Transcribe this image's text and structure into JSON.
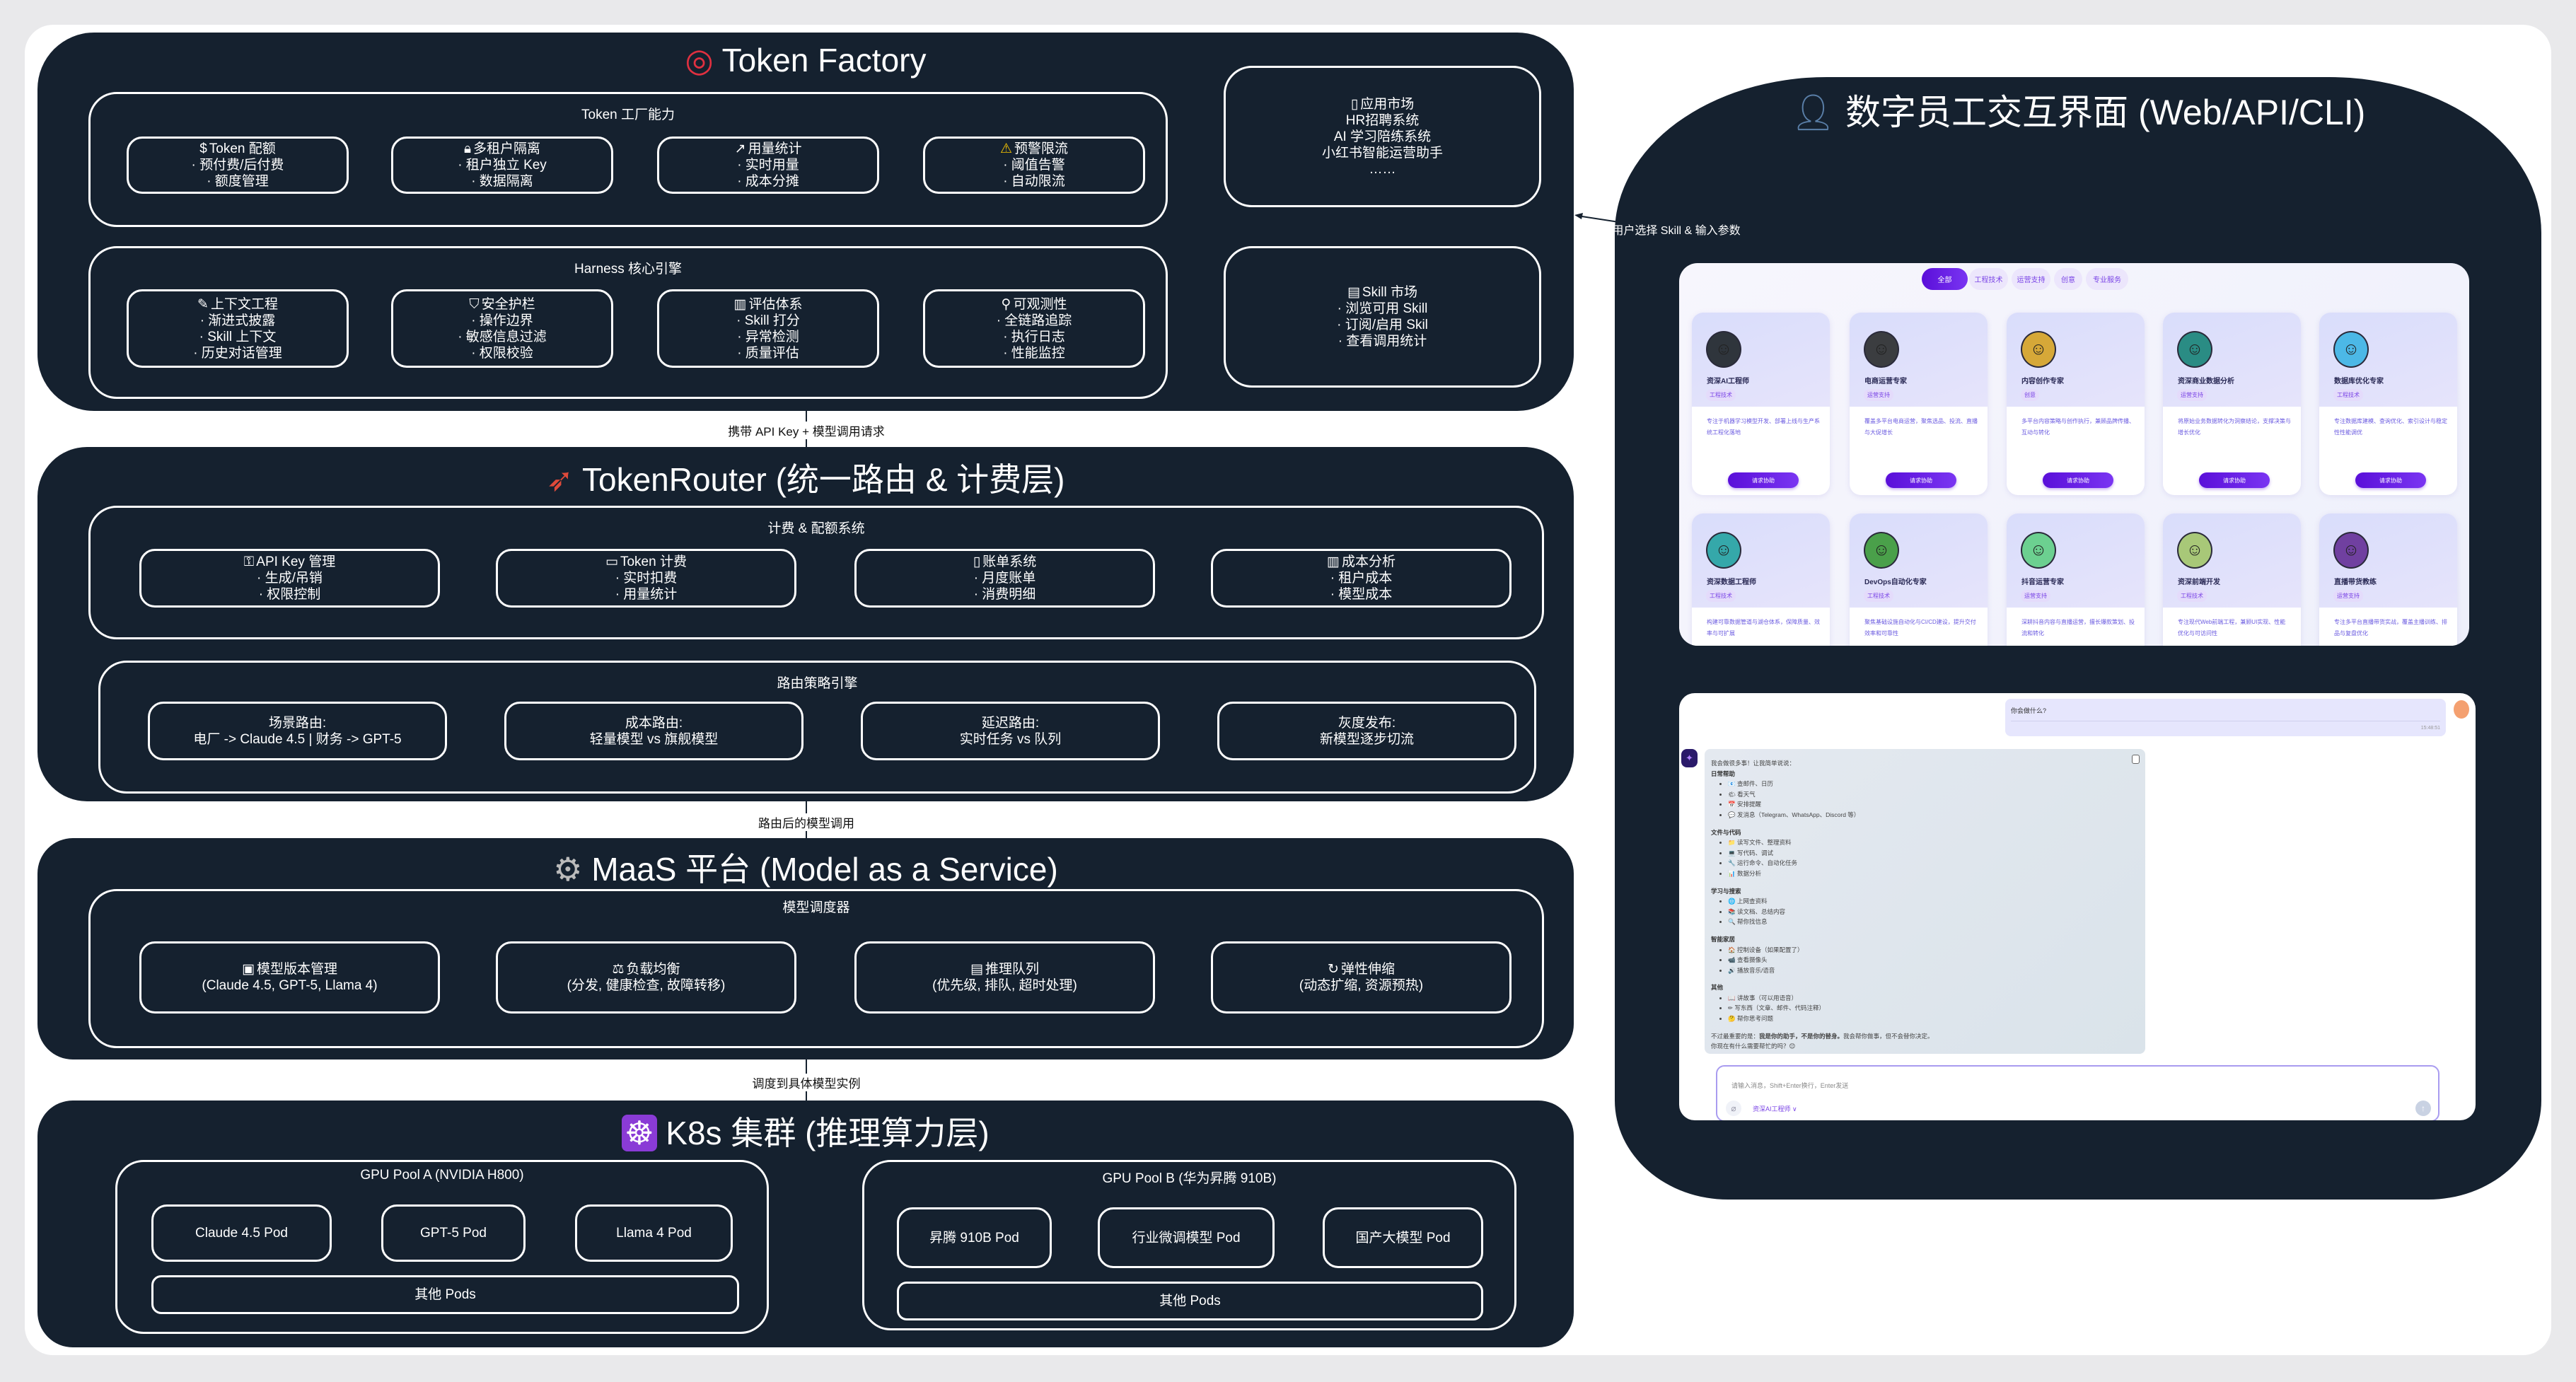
{
  "token_factory": {
    "title": "Token Factory",
    "title_icon": "target-icon",
    "capability": {
      "label": "Token 工厂能力",
      "cards": [
        {
          "icon": "money-bag-icon",
          "title": "Token 配额",
          "items": [
            "· 预付费/后付费",
            "· 额度管理"
          ]
        },
        {
          "icon": "lock-icon",
          "title": "多租户隔离",
          "items": [
            "· 租户独立 Key",
            "· 数据隔离"
          ]
        },
        {
          "icon": "chart-up-icon",
          "title": "用量统计",
          "items": [
            "· 实时用量",
            "· 成本分摊"
          ]
        },
        {
          "icon": "warning-icon",
          "title": "预警限流",
          "items": [
            "· 阈值告警",
            "· 自动限流"
          ]
        }
      ]
    },
    "harness": {
      "label": "Harness 核心引擎",
      "cards": [
        {
          "icon": "memo-icon",
          "title": "上下文工程",
          "items": [
            "· 渐进式披露",
            "· Skill 上下文",
            "· 历史对话管理"
          ]
        },
        {
          "icon": "shield-icon",
          "title": "安全护栏",
          "items": [
            "· 操作边界",
            "· 敏感信息过滤",
            "· 权限校验"
          ]
        },
        {
          "icon": "bar-chart-icon",
          "title": "评估体系",
          "items": [
            "· Skill 打分",
            "· 异常检测",
            "· 质量评估"
          ]
        },
        {
          "icon": "magnifier-icon",
          "title": "可观测性",
          "items": [
            "· 全链路追踪",
            "· 执行日志",
            "· 性能监控"
          ]
        }
      ]
    },
    "app_market": {
      "icon": "elevator-icon",
      "title": "应用市场",
      "items": [
        "HR招聘系统",
        "AI 学习陪练系统",
        "小红书智能运营助手",
        "……"
      ]
    },
    "skill_market": {
      "icon": "clipboard-icon",
      "title": "Skill 市场",
      "items": [
        "· 浏览可用 Skill",
        "· 订阅/启用 Skil",
        "· 查看调用统计"
      ]
    }
  },
  "edges": {
    "user_to_skill": "用户选择 Skill & 输入参数",
    "factory_to_router": "携带 API Key + 模型调用请求",
    "router_to_maas": "路由后的模型调用",
    "maas_to_k8s": "调度到具体模型实例"
  },
  "token_router": {
    "title": "TokenRouter (统一路由 & 计费层)",
    "billing": {
      "label": "计费 & 配额系统",
      "cards": [
        {
          "icon": "key-icon",
          "title": "API Key 管理",
          "items": [
            "· 生成/吊销",
            "· 权限控制"
          ]
        },
        {
          "icon": "credit-card-icon",
          "title": "Token 计费",
          "items": [
            "· 实时扣费",
            "· 用量统计"
          ]
        },
        {
          "icon": "receipt-icon",
          "title": "账单系统",
          "items": [
            "· 月度账单",
            "· 消费明细"
          ]
        },
        {
          "icon": "bar-chart-icon",
          "title": "成本分析",
          "items": [
            "· 租户成本",
            "· 模型成本"
          ]
        }
      ]
    },
    "routing": {
      "label": "路由策略引擎",
      "cards": [
        {
          "title": "场景路由:",
          "items": [
            "电厂 -> Claude 4.5 | 财务 -> GPT-5"
          ]
        },
        {
          "title": "成本路由:",
          "items": [
            "轻量模型 vs 旗舰模型"
          ]
        },
        {
          "title": "延迟路由:",
          "items": [
            "实时任务 vs 队列"
          ]
        },
        {
          "title": "灰度发布:",
          "items": [
            "新模型逐步切流"
          ]
        }
      ]
    }
  },
  "maas": {
    "title": "MaaS 平台 (Model as a Service)",
    "scheduler": {
      "label": "模型调度器",
      "cards": [
        {
          "icon": "package-icon",
          "title": "模型版本管理",
          "items": [
            "(Claude 4.5, GPT-5, Llama 4)"
          ]
        },
        {
          "icon": "scales-icon",
          "title": "负载均衡",
          "items": [
            "(分发, 健康检查, 故障转移)"
          ]
        },
        {
          "icon": "clipboard-icon",
          "title": "推理队列",
          "items": [
            "(优先级, 排队, 超时处理)"
          ]
        },
        {
          "icon": "refresh-icon",
          "title": "弹性伸缩",
          "items": [
            "(动态扩缩, 资源预热)"
          ]
        }
      ]
    }
  },
  "k8s": {
    "title": "K8s 集群 (推理算力层)",
    "pool_a": {
      "label": "GPU Pool A (NVIDIA H800)",
      "pods": [
        "Claude 4.5 Pod",
        "GPT-5 Pod",
        "Llama 4 Pod"
      ],
      "others": "其他 Pods"
    },
    "pool_b": {
      "label": "GPU Pool B (华为昇腾 910B)",
      "pods": [
        "昇腾 910B Pod",
        "行业微调模型 Pod",
        "国产大模型 Pod"
      ],
      "others": "其他 Pods"
    }
  },
  "digital_employee": {
    "title": "数字员工交互界面 (Web/API/CLI)",
    "tabs": [
      "全部",
      "工程技术",
      "运营支持",
      "创意",
      "专业服务"
    ],
    "active_tab": "全部",
    "button_label": "请求协助",
    "cards": [
      {
        "name": "资深AI工程师",
        "tag": "工程技术",
        "desc": "专注于机器学习模型开发、部署上线与生产系统工程化落地",
        "color": "#2f353c"
      },
      {
        "name": "电商运营专家",
        "tag": "运营支持",
        "desc": "覆盖多平台电商运营，聚焦选品、投流、直播与大促增长",
        "color": "#3b3d40"
      },
      {
        "name": "内容创作专家",
        "tag": "创意",
        "desc": "多平台内容策略与创作执行，兼顾品牌传播、互动与转化",
        "color": "#d6a838"
      },
      {
        "name": "资深商业数据分析",
        "tag": "运营支持",
        "desc": "将原始业务数据转化为洞察结论，支撑决策与增长优化",
        "color": "#2a8c84"
      },
      {
        "name": "数据库优化专家",
        "tag": "工程技术",
        "desc": "专注数据库建模、查询优化、索引设计与稳定性性能调优",
        "color": "#4cb8e6"
      },
      {
        "name": "资深数据工程师",
        "tag": "工程技术",
        "desc": "构建可靠数据管道与湖仓体系，保障质量、效率与可扩展",
        "color": "#35a8aa"
      },
      {
        "name": "DevOps自动化专家",
        "tag": "工程技术",
        "desc": "聚焦基础设施自动化与CI/CD建设，提升交付效率和可靠性",
        "color": "#4aa04a"
      },
      {
        "name": "抖音运营专家",
        "tag": "运营支持",
        "desc": "深耕抖音内容与直播运营，擅长爆款策划、投流和转化",
        "color": "#6cd090"
      },
      {
        "name": "资深前端开发",
        "tag": "工程技术",
        "desc": "专注现代Web前端工程，兼顾UI实现、性能优化与可访问性",
        "color": "#a8c878"
      },
      {
        "name": "直播带货教练",
        "tag": "运营支持",
        "desc": "专注多平台直播带货实战，覆盖主播训练、排品与复盘优化",
        "color": "#7040a0"
      }
    ],
    "chat": {
      "user_message": "你会做什么?",
      "user_time": "15:48:51",
      "bot_intro": "我会做很多事！让我简单说说：",
      "sections": [
        {
          "title": "日常帮助",
          "items": [
            "📧 查邮件、日历",
            "🌤 看天气",
            "📅 安排提醒",
            "💬 发消息（Telegram、WhatsApp、Discord 等）"
          ]
        },
        {
          "title": "文件与代码",
          "items": [
            "📁 读写文件、整理资料",
            "💻 写代码、调试",
            "🔧 运行命令、自动化任务",
            "📊 数据分析"
          ]
        },
        {
          "title": "学习与搜索",
          "items": [
            "🌐 上网查资料",
            "📚 读文档、总结内容",
            "🔍 帮你找信息"
          ]
        },
        {
          "title": "智能家居",
          "items": [
            "🏠 控制设备（如果配置了）",
            "📹 查看摄像头",
            "🔊 播放音乐/语音"
          ]
        },
        {
          "title": "其他",
          "items": [
            "📖 讲故事（可以用语音）",
            "✏ 写东西（文章、邮件、代码注释）",
            "🤔 帮你思考问题"
          ]
        }
      ],
      "closing_prefix": "不过最重要的是：",
      "closing_bold": "我是你的助手，不是你的替身。",
      "closing_suffix": "我会帮你做事，但不会替你决定。",
      "closing_question": "你现在有什么需要帮忙的吗？😊",
      "input_placeholder": "请输入消息，Shift+Enter换行，Enter发送",
      "agent_selector": "资深AI工程师 ∨"
    }
  }
}
